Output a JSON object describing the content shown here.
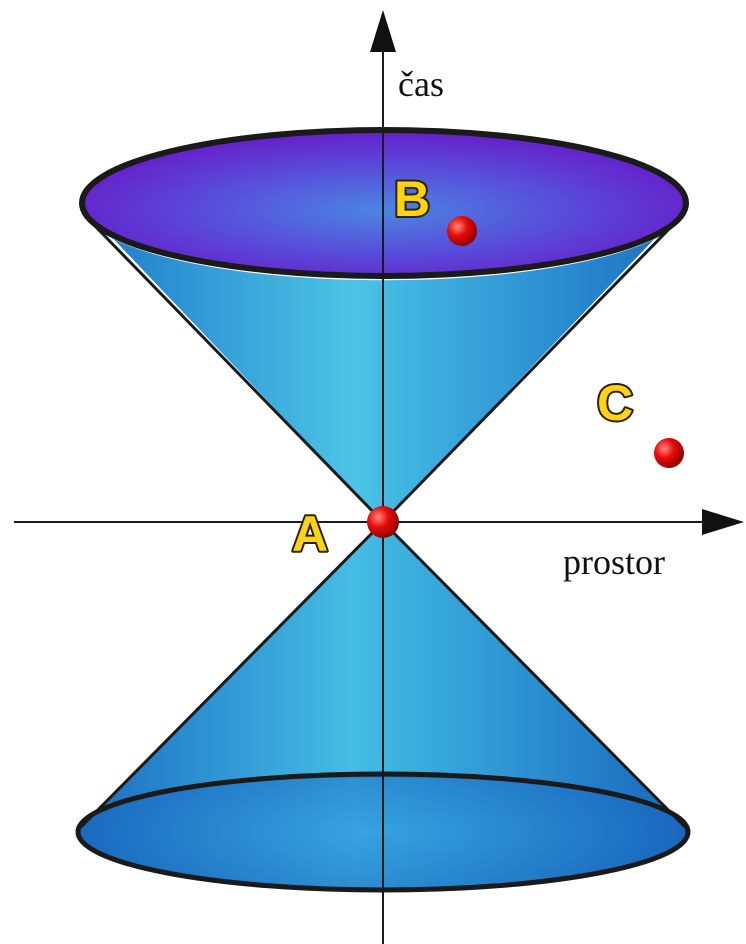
{
  "axes": {
    "time_label": "čas",
    "space_label": "prostor"
  },
  "points": {
    "a_label": "A",
    "b_label": "B",
    "c_label": "C"
  },
  "colors": {
    "cone_light": "#4fc7e6",
    "cone_dark": "#1a73c6",
    "top_disc_outer": "#6a16c8",
    "top_disc_inner": "#4a7ee0",
    "outline": "#1a1a1a",
    "point": "#e00000",
    "label_fill": "#ffd21a"
  }
}
